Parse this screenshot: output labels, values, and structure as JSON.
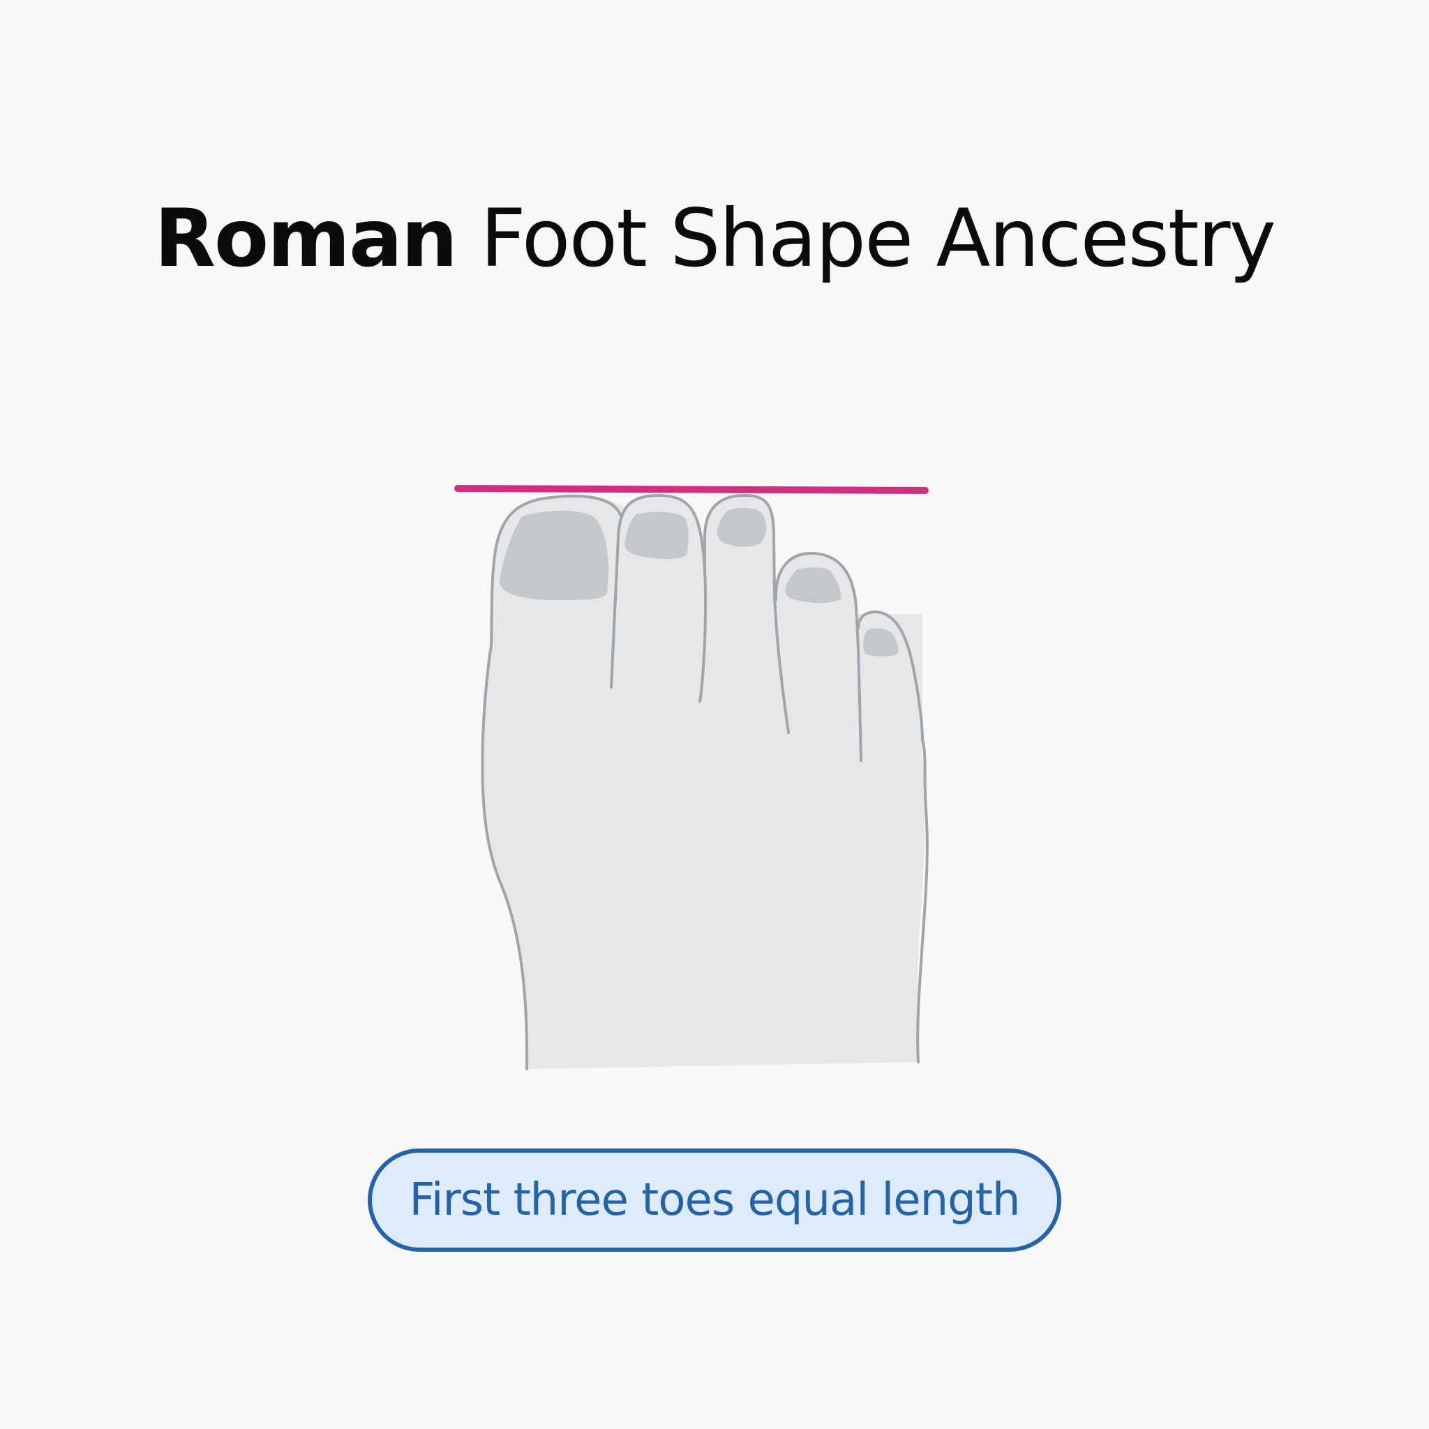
{
  "title": {
    "strong": "Roman",
    "rest": "Foot Shape Ancestry"
  },
  "caption": "First three toes equal length",
  "colors": {
    "background": "#f8f8f8",
    "title_text": "#0b0b0b",
    "skin_fill": "#e5e7e9",
    "skin_outline": "#9ea5ab",
    "nail_fill": "#c5c8ca",
    "alignment_line": "#d1307f",
    "pill_fill": "#deebfa",
    "pill_border": "#2563a8",
    "pill_text": "#2563a8"
  }
}
